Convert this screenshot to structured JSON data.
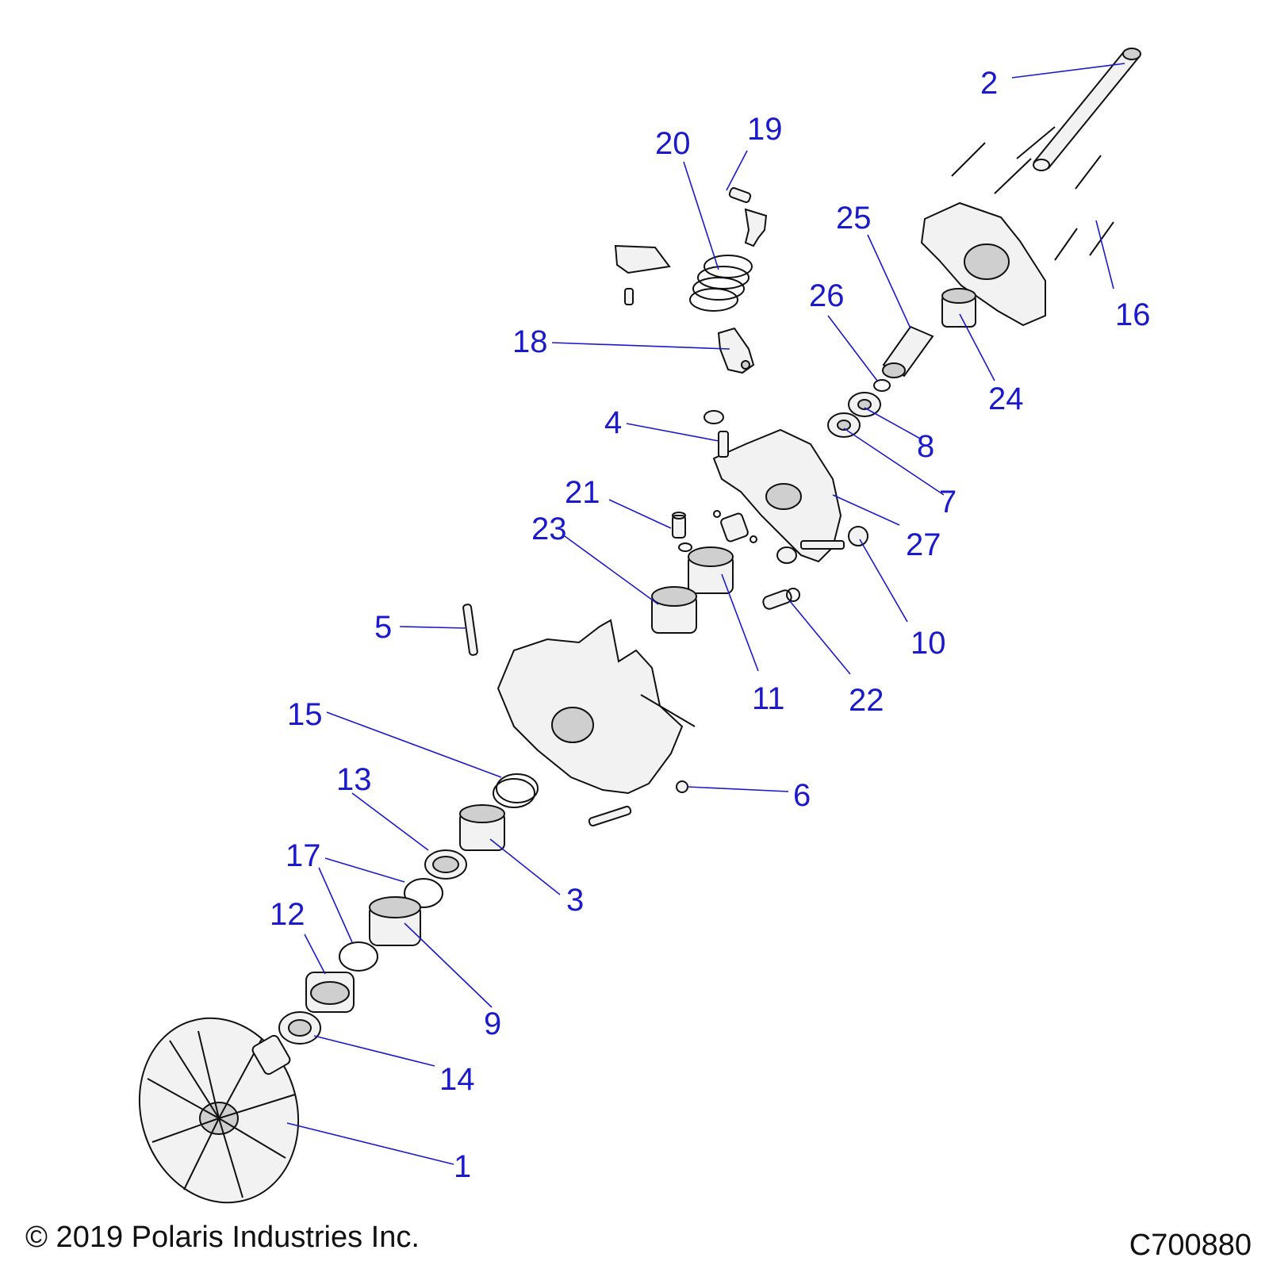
{
  "copyright": "© 2019 Polaris Industries Inc.",
  "drawing_code": "C700880",
  "callouts": {
    "c1": "1",
    "c2": "2",
    "c3": "3",
    "c4": "4",
    "c5": "5",
    "c6": "6",
    "c7": "7",
    "c8": "8",
    "c9": "9",
    "c10": "10",
    "c11": "11",
    "c12": "12",
    "c13": "13",
    "c14": "14",
    "c15": "15",
    "c16": "16",
    "c17": "17",
    "c18": "18",
    "c19": "19",
    "c20": "20",
    "c21": "21",
    "c22": "22",
    "c23": "23",
    "c24": "24",
    "c25": "25",
    "c26": "26",
    "c27": "27"
  },
  "colors": {
    "callout": "#1a1acc",
    "line": "#111111"
  }
}
